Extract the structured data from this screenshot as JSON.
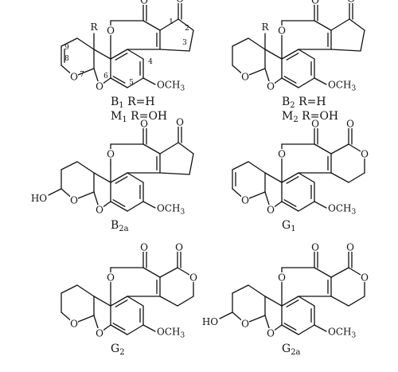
{
  "structures": [
    {
      "id": "b1",
      "flavor": "cyclopentenone",
      "dihydro": false,
      "hydroxy": false,
      "has_R": true,
      "numbered": true,
      "captions": [
        {
          "main": "B",
          "sub": "1",
          "rest": "  R=H"
        },
        {
          "main": "M",
          "sub": "1",
          "rest": "  R=OH"
        }
      ]
    },
    {
      "id": "b2",
      "flavor": "cyclopentenone",
      "dihydro": true,
      "hydroxy": false,
      "has_R": true,
      "numbered": false,
      "captions": [
        {
          "main": "B",
          "sub": "2",
          "rest": "  R=H"
        },
        {
          "main": "M",
          "sub": "2",
          "rest": "  R=OH"
        }
      ]
    },
    {
      "id": "b2a",
      "flavor": "cyclopentenone",
      "dihydro": true,
      "hydroxy": true,
      "has_R": false,
      "numbered": false,
      "captions": [
        {
          "main": "B",
          "sub": "2a",
          "rest": ""
        }
      ]
    },
    {
      "id": "g1",
      "flavor": "lactone",
      "dihydro": false,
      "hydroxy": false,
      "has_R": false,
      "numbered": false,
      "captions": [
        {
          "main": "G",
          "sub": "1",
          "rest": ""
        }
      ]
    },
    {
      "id": "g2",
      "flavor": "lactone",
      "dihydro": true,
      "hydroxy": false,
      "has_R": false,
      "numbered": false,
      "captions": [
        {
          "main": "G",
          "sub": "2",
          "rest": ""
        }
      ]
    },
    {
      "id": "g2a",
      "flavor": "lactone",
      "dihydro": true,
      "hydroxy": true,
      "has_R": false,
      "numbered": false,
      "captions": [
        {
          "main": "G",
          "sub": "2a",
          "rest": ""
        }
      ]
    }
  ],
  "labels": {
    "oxygen": "O",
    "methoxy": "OCH3",
    "hydroxyl": "HO",
    "r_group": "R",
    "numbers": [
      "1",
      "2",
      "3",
      "4",
      "5",
      "6",
      "7",
      "8",
      "9"
    ]
  }
}
